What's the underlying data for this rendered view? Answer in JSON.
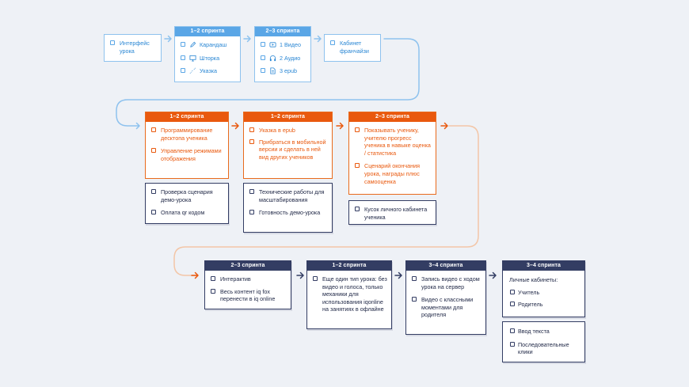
{
  "row1": {
    "start": {
      "text": "Интерфейс урока"
    },
    "tools": {
      "sprint": "1–2 спринта",
      "items": [
        {
          "label": "Карандаш",
          "icon": "pencil-icon"
        },
        {
          "label": "Шторка",
          "icon": "curtain-icon"
        },
        {
          "label": "Указка",
          "icon": "pointer-icon"
        }
      ]
    },
    "media": {
      "sprint": "2–3 спринта",
      "items": [
        {
          "label": "1 Видео",
          "icon": "video-icon"
        },
        {
          "label": "2 Аудио",
          "icon": "headphones-icon"
        },
        {
          "label": "3 epub",
          "icon": "document-icon"
        }
      ]
    },
    "end": {
      "text": "Кабинет франчайзи"
    }
  },
  "row2": {
    "c1": {
      "sprint": "1–2 спринта",
      "items": [
        "Программирование десктопа ученика",
        "Управление режимами отображения"
      ],
      "sub": [
        "Проверка сценария демо-урока",
        "Оплата qr кодом"
      ]
    },
    "c2": {
      "sprint": "1–2 спринта",
      "items": [
        "Указка в epub",
        "Прибраться в мобильной версии и сделать в ней вид других учеников"
      ],
      "sub": [
        "Технические работы для масштабирования",
        "Готовность демо-урока"
      ]
    },
    "c3": {
      "sprint": "2–3 спринта",
      "items": [
        "Показывать ученику, учителю прогресс ученика в навыке оценка / статистика",
        "Сценарий окончания урока, награды плюс самооценка"
      ],
      "sub": [
        "Кусок личного кабинета ученика"
      ]
    }
  },
  "row3": {
    "c1": {
      "sprint": "2–3 спринта",
      "items": [
        "Интерактив",
        "Весь контент iq fox перенести в iq online"
      ]
    },
    "c2": {
      "sprint": "1–2 спринта",
      "items": [
        "Еще один тип урока: без видео и голоса, только механики для использования iqonline на занятиях в офлайне"
      ]
    },
    "c3": {
      "sprint": "3–4 спринта",
      "items": [
        "Запись видео с ходом урока на сервер",
        "Видео с классными моментами для родителя"
      ]
    },
    "c4": {
      "sprint": "3–4 спринта",
      "title": "Личные кабинеты:",
      "items": [
        "Учитель",
        "Родитель"
      ],
      "sub": [
        "Ввод текста",
        "Последовательные клики"
      ]
    }
  },
  "colors": {
    "blue": "#5aa6e6",
    "orange": "#e9590e",
    "navy": "#333d63",
    "peach": "#f3c6a7",
    "background": "#eef1f6"
  }
}
